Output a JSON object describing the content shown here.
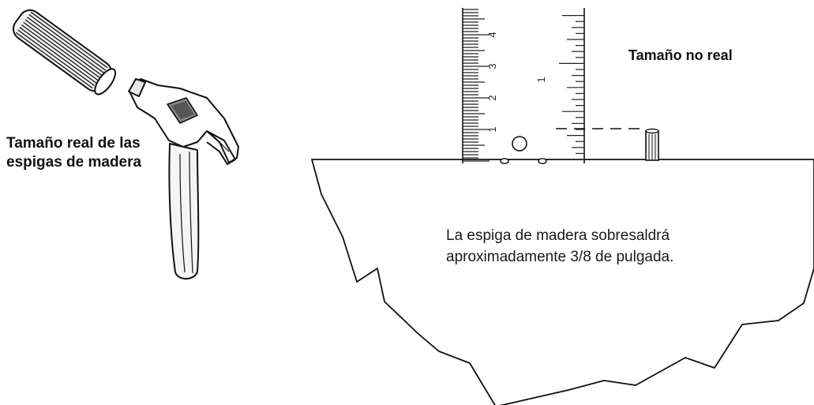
{
  "labels": {
    "real_size": "Tamaño real de las espigas de madera",
    "not_real_size": "Tamaño no real",
    "caption_line1": "La espiga de madera sobresaldrá",
    "caption_line2": "aproximadamente 3/8 de pulgada."
  },
  "ruler": {
    "metric_ticks": [
      "1",
      "2",
      "3",
      "4"
    ],
    "inch_ticks": [
      "1"
    ]
  },
  "colors": {
    "ink": "#111111",
    "paper": "#ffffff"
  }
}
